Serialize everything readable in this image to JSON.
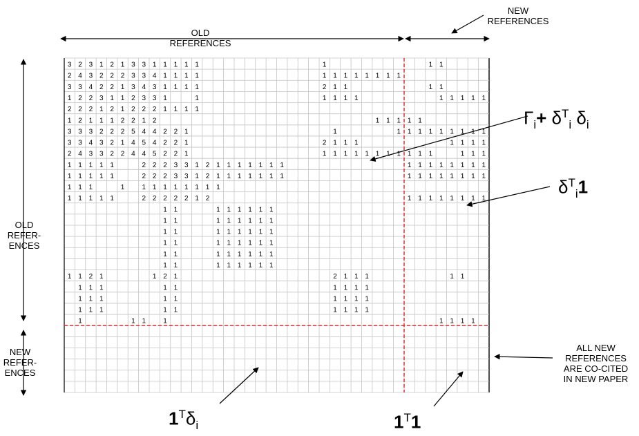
{
  "labels": {
    "old_references_top": [
      "OLD",
      "REFERENCES"
    ],
    "new_references_top": [
      "NEW",
      "REFERENCES"
    ],
    "old_references_left": [
      "OLD",
      "REFER-",
      "ENCES"
    ],
    "new_references_left": [
      "NEW",
      "REFER-",
      "ENCES"
    ],
    "co_cited_note": [
      "ALL NEW",
      "REFERENCES",
      "ARE CO-CITED",
      "IN NEW PAPER"
    ]
  },
  "formulas": {
    "gamma_delta": {
      "gamma": "Γ",
      "sub_i1": "i",
      "plus": "+ ",
      "delta1": "δ",
      "sup_T": "T",
      "sub_i2": "i",
      "delta2": " δ",
      "sub_i3": "i"
    },
    "deltaT_one": {
      "delta": "δ",
      "sup_T": "T",
      "sub_i": "i",
      "one": "1"
    },
    "oneT_delta": {
      "one": "1",
      "sup_T": "T",
      "delta": "δ",
      "sub_i": "i"
    },
    "oneT_one": {
      "one1": "1",
      "sup_T": "T",
      "one2": "1"
    }
  },
  "matrix": {
    "rows": 30,
    "cols": 40,
    "split_row": 24,
    "split_col": 32,
    "cells": [
      "3231213311111...........1.........11....",
      "2432223341111...........11111111........",
      "3342213431111...........211.......11....",
      "1223112331..1...........1111.......11111111",
      "2221212221111...........................",
      "121112212...............0000011111......",
      "333222544221.............1.....111111111111",
      "334321454221............2111........1111111111",
      "243322445221............11111111111..1111111",
      "11111..22233121111111...........11111111",
      "11111..22233121111111...........11111111",
      "111..1.11111111.........................",
      "11111..2222212..................11111111",
      ".........11...111111....................",
      ".........11...111111....................",
      ".........11...111111....................",
      ".........11...111111....................",
      ".........11...111111....................",
      ".........11...111111....................",
      "1121....121..............2111.......11..",
      ".111.....11..............1111...........",
      ".111.....11..............1111...........",
      ".111.....11..............1111...........",
      ".1....11.1.........................1111.",
      "........................................"
    ]
  }
}
